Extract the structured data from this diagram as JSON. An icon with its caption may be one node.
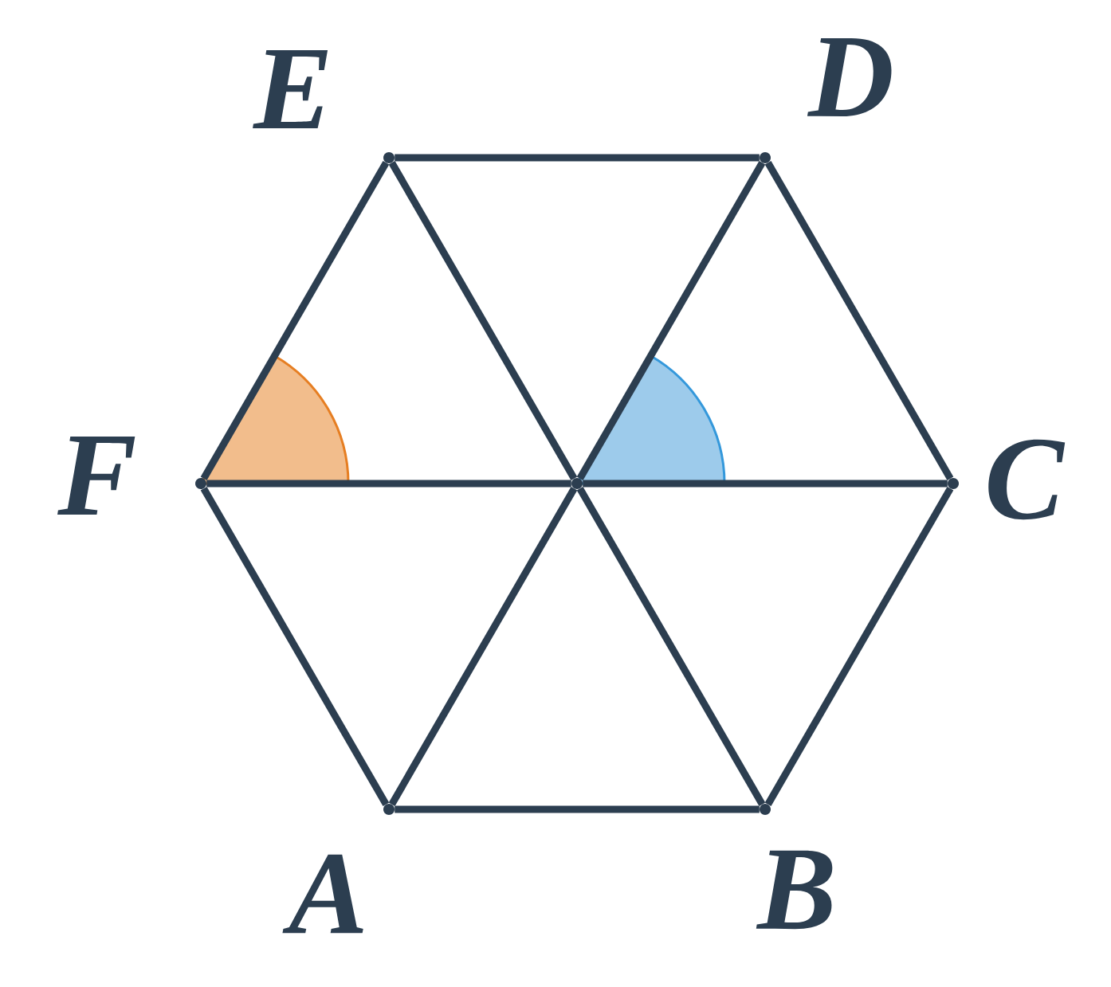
{
  "diagram": {
    "nodes": [
      {
        "text": [],
        "shape": "point",
        "beside": [
          "E"
        ]
      },
      {
        "text": [],
        "shape": "point",
        "beside": [
          "D"
        ]
      },
      {
        "text": [],
        "shape": "sector"
      },
      {
        "text": [],
        "shape": "sector"
      },
      {
        "text": [],
        "shape": "point",
        "beside": [
          "F"
        ]
      },
      {
        "text": [],
        "shape": "point"
      },
      {
        "text": [],
        "shape": "point",
        "beside": [
          "C"
        ]
      },
      {
        "text": [],
        "shape": "point",
        "beside": [
          "A"
        ]
      },
      {
        "text": [],
        "shape": "point",
        "beside": [
          "B"
        ]
      }
    ],
    "edges": [
      {
        "from": 7,
        "to": 8,
        "arrow": "none"
      },
      {
        "from": 8,
        "to": 6,
        "arrow": "none"
      },
      {
        "from": 6,
        "to": 1,
        "arrow": "none"
      },
      {
        "from": 1,
        "to": 0,
        "arrow": "none"
      },
      {
        "from": 0,
        "to": 4,
        "arrow": "none"
      },
      {
        "from": 4,
        "to": 7,
        "arrow": "none"
      },
      {
        "from": 4,
        "to": 5,
        "arrow": "none"
      },
      {
        "from": 5,
        "to": 6,
        "arrow": "none"
      },
      {
        "from": 0,
        "to": 5,
        "arrow": "none"
      },
      {
        "from": 5,
        "to": 8,
        "arrow": "none"
      },
      {
        "from": 1,
        "to": 5,
        "arrow": "none"
      },
      {
        "from": 5,
        "to": 7,
        "arrow": "none"
      }
    ]
  }
}
